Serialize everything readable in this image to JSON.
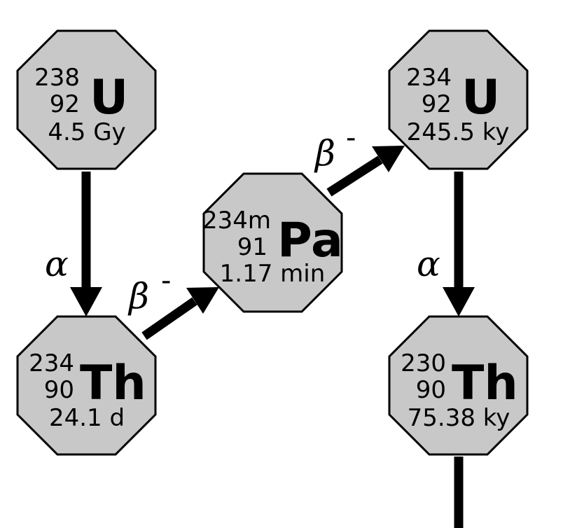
{
  "nuclides": [
    {
      "id": "u238",
      "mass": "238",
      "atomic": "92",
      "symbol": "U",
      "half_life": "4.5 Gy"
    },
    {
      "id": "th234",
      "mass": "234",
      "atomic": "90",
      "symbol": "Th",
      "half_life": "24.1 d"
    },
    {
      "id": "pa234m",
      "mass": "234m",
      "atomic": "91",
      "symbol": "Pa",
      "half_life": "1.17 min"
    },
    {
      "id": "u234",
      "mass": "234",
      "atomic": "92",
      "symbol": "U",
      "half_life": "245.5 ky"
    },
    {
      "id": "th230",
      "mass": "230",
      "atomic": "90",
      "symbol": "Th",
      "half_life": "75.38 ky"
    }
  ],
  "decays": [
    {
      "from": "u238",
      "to": "th234",
      "label": "α",
      "sup": ""
    },
    {
      "from": "th234",
      "to": "pa234m",
      "label": "β",
      "sup": "-"
    },
    {
      "from": "pa234m",
      "to": "u234",
      "label": "β",
      "sup": "-"
    },
    {
      "from": "u234",
      "to": "th230",
      "label": "α",
      "sup": ""
    }
  ]
}
